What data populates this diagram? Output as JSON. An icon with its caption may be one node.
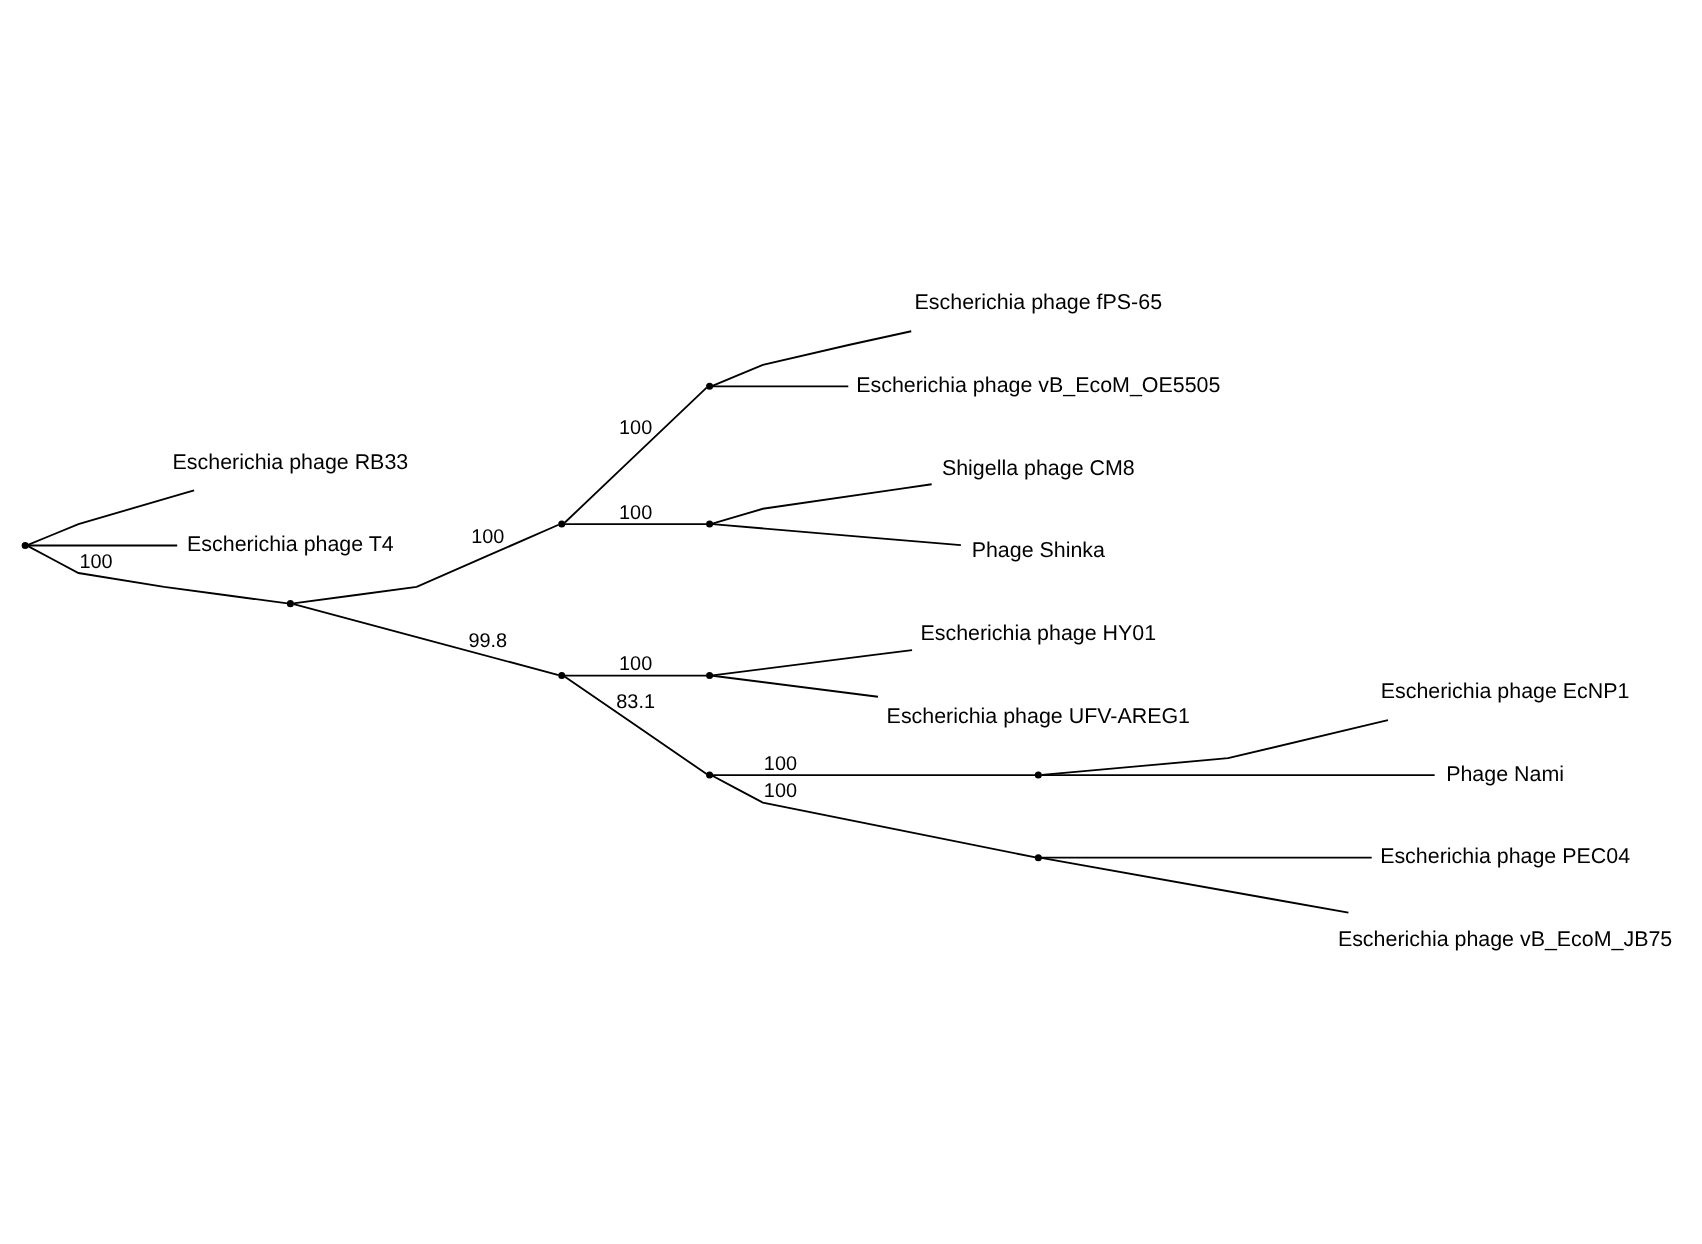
{
  "diagram": {
    "nodes": [
      {
        "text": [
          "Escherichia phage RB33"
        ]
      },
      {
        "text": [
          "Escherichia phage T4"
        ]
      },
      {
        "text": [
          "Escherichia phage fPS-65"
        ]
      },
      {
        "text": [
          "Escherichia phage vB_EcoM_OE5505"
        ]
      },
      {
        "text": [
          "Shigella phage CM8"
        ]
      },
      {
        "text": [
          "Phage Shinka"
        ]
      },
      {
        "text": [
          "Escherichia phage HY01"
        ]
      },
      {
        "text": [
          "Escherichia phage UFV-AREG1"
        ]
      },
      {
        "text": [
          "Escherichia phage EcNP1"
        ]
      },
      {
        "text": [
          "Phage Nami"
        ]
      },
      {
        "text": [
          "Escherichia phage PEC04"
        ]
      },
      {
        "text": [
          "Escherichia phage vB_EcoM_JB75"
        ]
      },
      {
        "text": [],
        "shape": "point"
      },
      {
        "text": [],
        "shape": "point"
      },
      {
        "text": [],
        "shape": "point"
      },
      {
        "text": [],
        "shape": "point"
      },
      {
        "text": [],
        "shape": "point"
      },
      {
        "text": [],
        "shape": "point"
      },
      {
        "text": [],
        "shape": "point"
      },
      {
        "text": [],
        "shape": "point"
      },
      {
        "text": [],
        "shape": "point"
      },
      {
        "text": [],
        "shape": "point"
      }
    ],
    "edges": [
      {
        "from": 12,
        "to": 0,
        "arrow": "none"
      },
      {
        "from": 12,
        "to": 1,
        "arrow": "none"
      },
      {
        "from": 12,
        "to": 13,
        "arrow": "none",
        "label": "100"
      },
      {
        "from": 13,
        "to": 14,
        "arrow": "none",
        "label": "100"
      },
      {
        "from": 13,
        "to": 15,
        "arrow": "none",
        "label": "99.8"
      },
      {
        "from": 14,
        "to": 16,
        "arrow": "none",
        "label": "100"
      },
      {
        "from": 14,
        "to": 17,
        "arrow": "none",
        "label": "100"
      },
      {
        "from": 16,
        "to": 2,
        "arrow": "none"
      },
      {
        "from": 16,
        "to": 3,
        "arrow": "none"
      },
      {
        "from": 17,
        "to": 4,
        "arrow": "none"
      },
      {
        "from": 17,
        "to": 5,
        "arrow": "none"
      },
      {
        "from": 15,
        "to": 18,
        "arrow": "none",
        "label": "100"
      },
      {
        "from": 15,
        "to": 19,
        "arrow": "none",
        "label": "83.1"
      },
      {
        "from": 18,
        "to": 6,
        "arrow": "none"
      },
      {
        "from": 18,
        "to": 7,
        "arrow": "none"
      },
      {
        "from": 19,
        "to": 20,
        "arrow": "none",
        "label": "100"
      },
      {
        "from": 19,
        "to": 21,
        "arrow": "none",
        "label": "100"
      },
      {
        "from": 20,
        "to": 8,
        "arrow": "none"
      },
      {
        "from": 20,
        "to": 9,
        "arrow": "none"
      },
      {
        "from": 21,
        "to": 10,
        "arrow": "none"
      },
      {
        "from": 21,
        "to": 11,
        "arrow": "none"
      }
    ]
  }
}
